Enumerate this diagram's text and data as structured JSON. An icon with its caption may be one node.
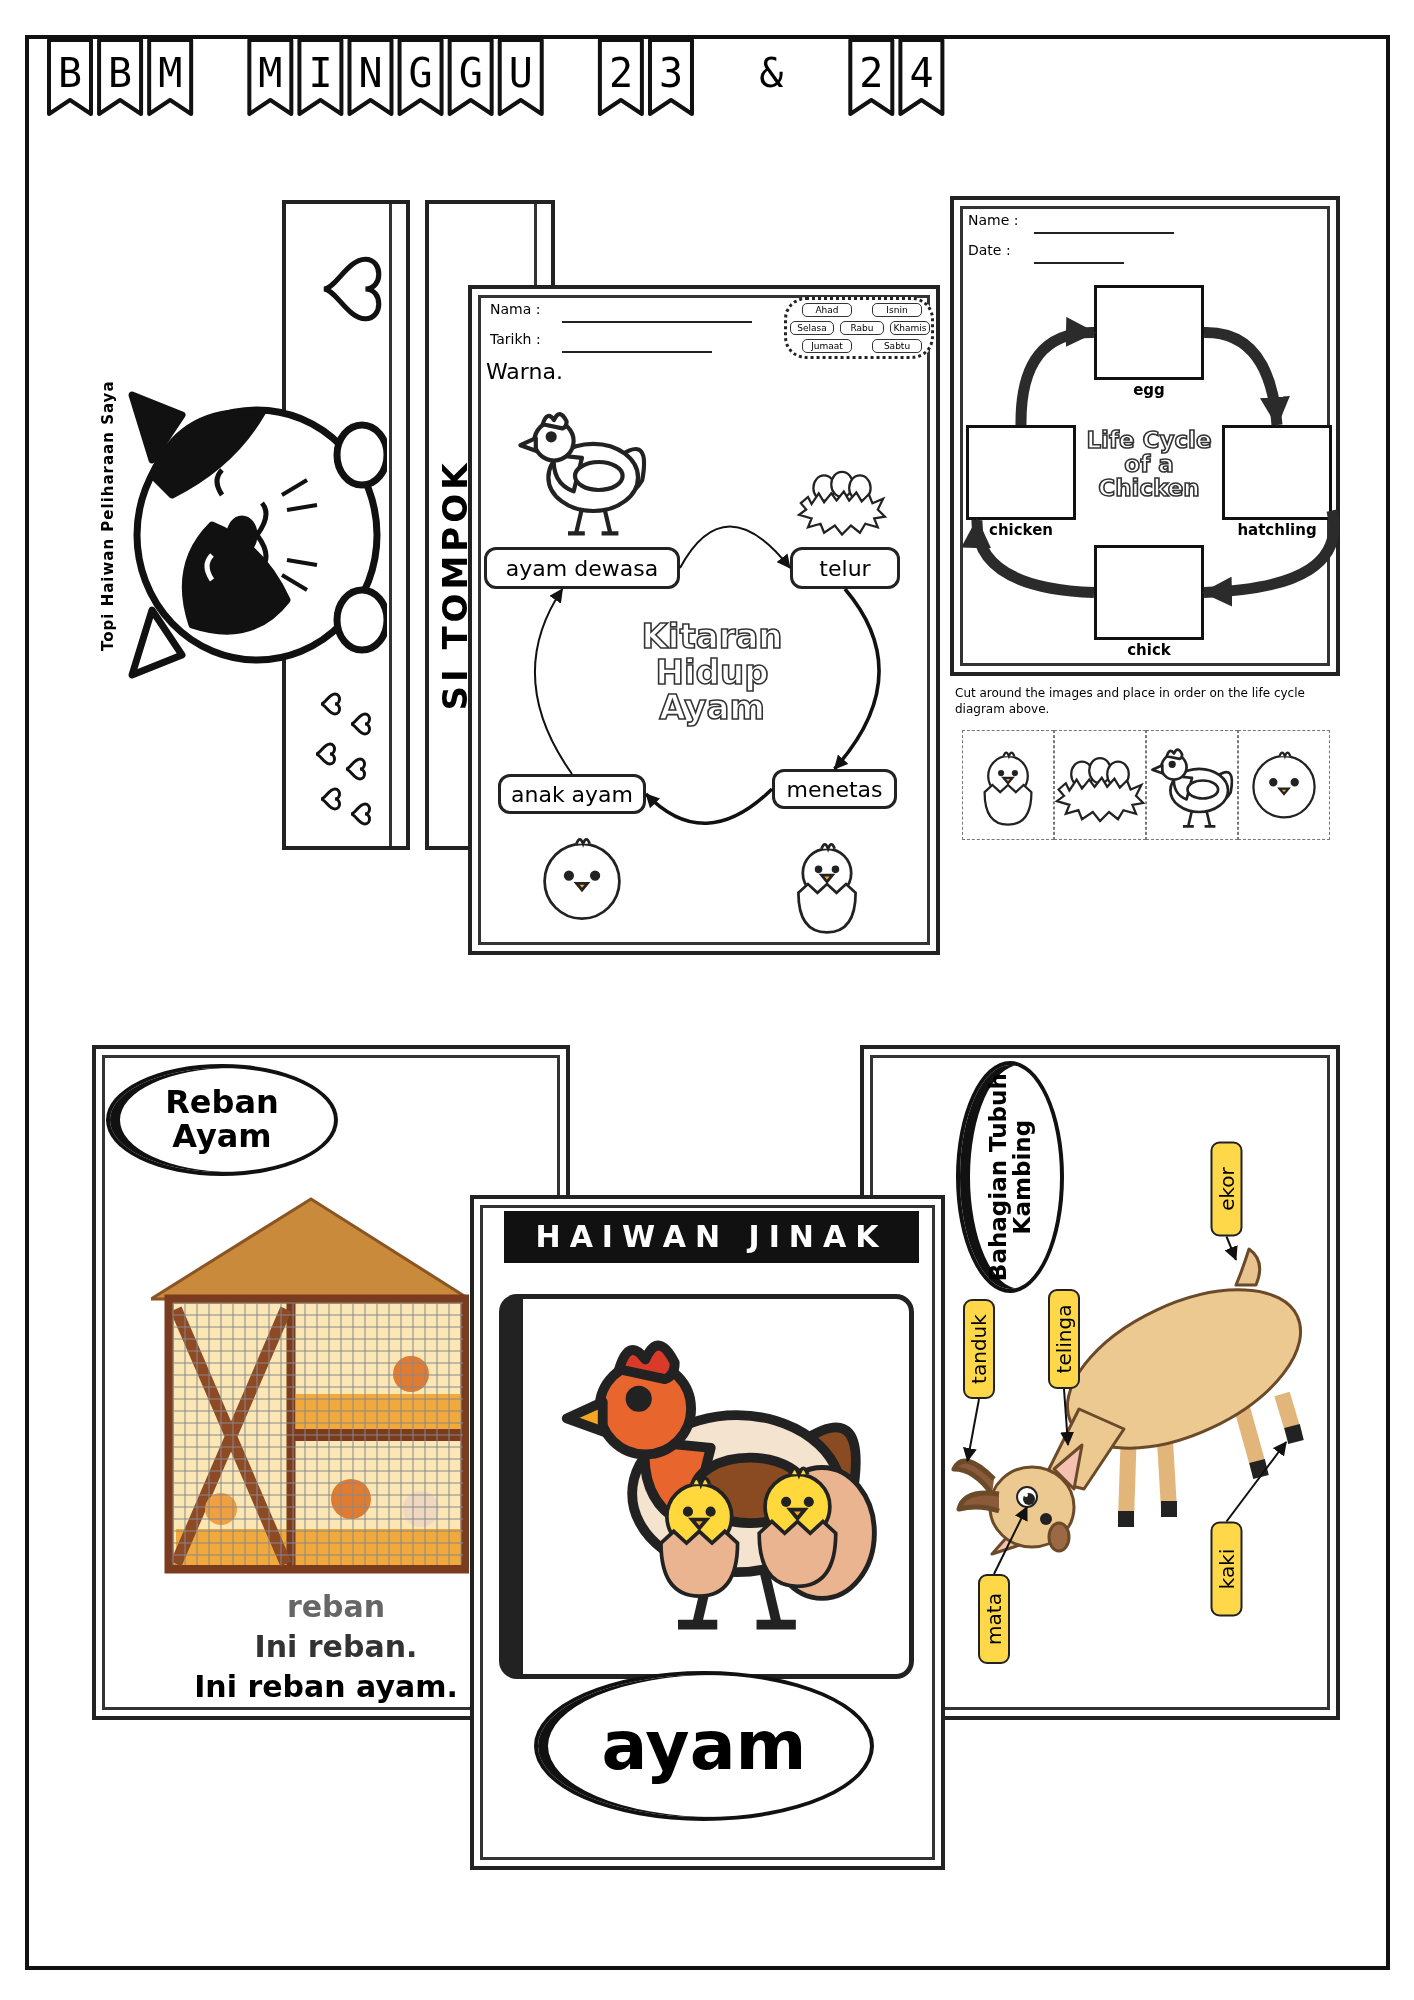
{
  "diagram": {
    "title": "BBM MINGGU 23 & 24",
    "nodes": [
      {
        "text": [
          "ayam dewasa"
        ]
      },
      {
        "text": [
          "telur"
        ]
      },
      {
        "text": [
          "menetas"
        ]
      },
      {
        "text": [
          "anak ayam"
        ]
      },
      {
        "text": [],
        "shape": "box",
        "beside": [
          "egg"
        ]
      },
      {
        "text": [],
        "shape": "box",
        "beside": [
          "hatchling"
        ]
      },
      {
        "text": [],
        "shape": "box",
        "beside": [
          "chick"
        ]
      },
      {
        "text": [],
        "shape": "box",
        "beside": [
          "chicken"
        ]
      },
      {
        "text": [
          "Reban Ayam"
        ]
      },
      {
        "text": [
          "ayam"
        ]
      },
      {
        "text": [
          "Bahagian Tubuh Kambing"
        ]
      },
      {
        "text": [
          "ekor"
        ]
      },
      {
        "text": [
          "telinga"
        ]
      },
      {
        "text": [
          "tanduk"
        ]
      },
      {
        "text": [
          "mata"
        ]
      },
      {
        "text": [
          "kaki"
        ]
      },
      {
        "text": [
          "Ahad"
        ]
      },
      {
        "text": [
          "Isnin"
        ]
      },
      {
        "text": [
          "Selasa"
        ]
      },
      {
        "text": [
          "Rabu"
        ]
      },
      {
        "text": [
          "Khamis"
        ]
      },
      {
        "text": [
          "Jumaat"
        ]
      },
      {
        "text": [
          "Sabtu"
        ]
      },
      {
        "text": [],
        "shape": "picture"
      },
      {
        "text": [],
        "shape": "picture"
      },
      {
        "text": [],
        "shape": "picture"
      },
      {
        "text": [],
        "shape": "picture"
      },
      {
        "text": [],
        "shape": "picture"
      }
    ],
    "edges": [
      {
        "from": 0,
        "to": 1,
        "arrow": "to"
      },
      {
        "from": 1,
        "to": 2,
        "arrow": "to"
      },
      {
        "from": 2,
        "to": 3,
        "arrow": "to"
      },
      {
        "from": 3,
        "to": 0,
        "arrow": "to"
      },
      {
        "from": 7,
        "to": 4,
        "arrow": "to",
        "style": "thick"
      },
      {
        "from": 4,
        "to": 5,
        "arrow": "to",
        "style": "thick"
      },
      {
        "from": 5,
        "to": 6,
        "arrow": "to",
        "style": "thick"
      },
      {
        "from": 6,
        "to": 7,
        "arrow": "to",
        "style": "thick"
      },
      {
        "from": 11,
        "to": 23,
        "arrow": "to"
      },
      {
        "from": 12,
        "to": 24,
        "arrow": "to"
      },
      {
        "from": 13,
        "to": 25,
        "arrow": "to"
      },
      {
        "from": 14,
        "to": 26,
        "arrow": "to"
      },
      {
        "from": 15,
        "to": 27,
        "arrow": "to"
      }
    ],
    "labels": [
      "Topi Haiwan Peliharaan Saya",
      "SI TOMPOK",
      "Nama :",
      "Tarikh :",
      "Warna.",
      "Kitaran Hidup Ayam",
      "Name :",
      "Date :",
      "Life Cycle of a Chicken",
      "Cut around the images and place in order on the life cycle diagram above.",
      "reban",
      "Ini reban.",
      "Ini reban ayam.",
      "HAIWAN JINAK"
    ]
  }
}
